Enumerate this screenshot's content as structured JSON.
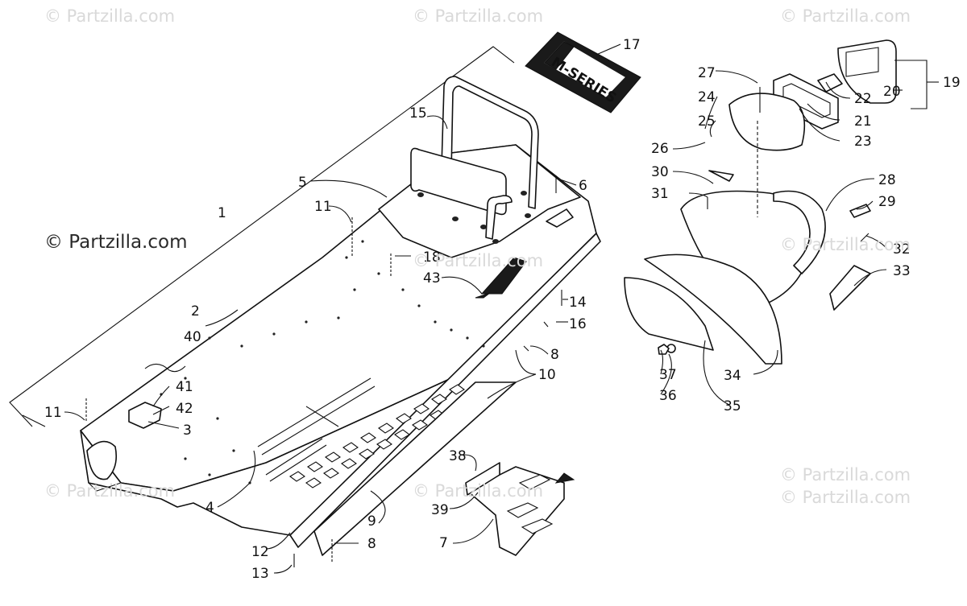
{
  "watermark": "© Partzilla.com",
  "decal_text": "M-SERIES",
  "callouts": [
    "1",
    "2",
    "3",
    "4",
    "5",
    "6",
    "7",
    "8",
    "8",
    "9",
    "10",
    "11",
    "11",
    "12",
    "13",
    "14",
    "15",
    "16",
    "17",
    "18",
    "19",
    "20",
    "21",
    "22",
    "23",
    "24",
    "25",
    "26",
    "27",
    "28",
    "29",
    "30",
    "31",
    "32",
    "33",
    "34",
    "35",
    "36",
    "37",
    "38",
    "39",
    "40",
    "41",
    "42",
    "43"
  ]
}
